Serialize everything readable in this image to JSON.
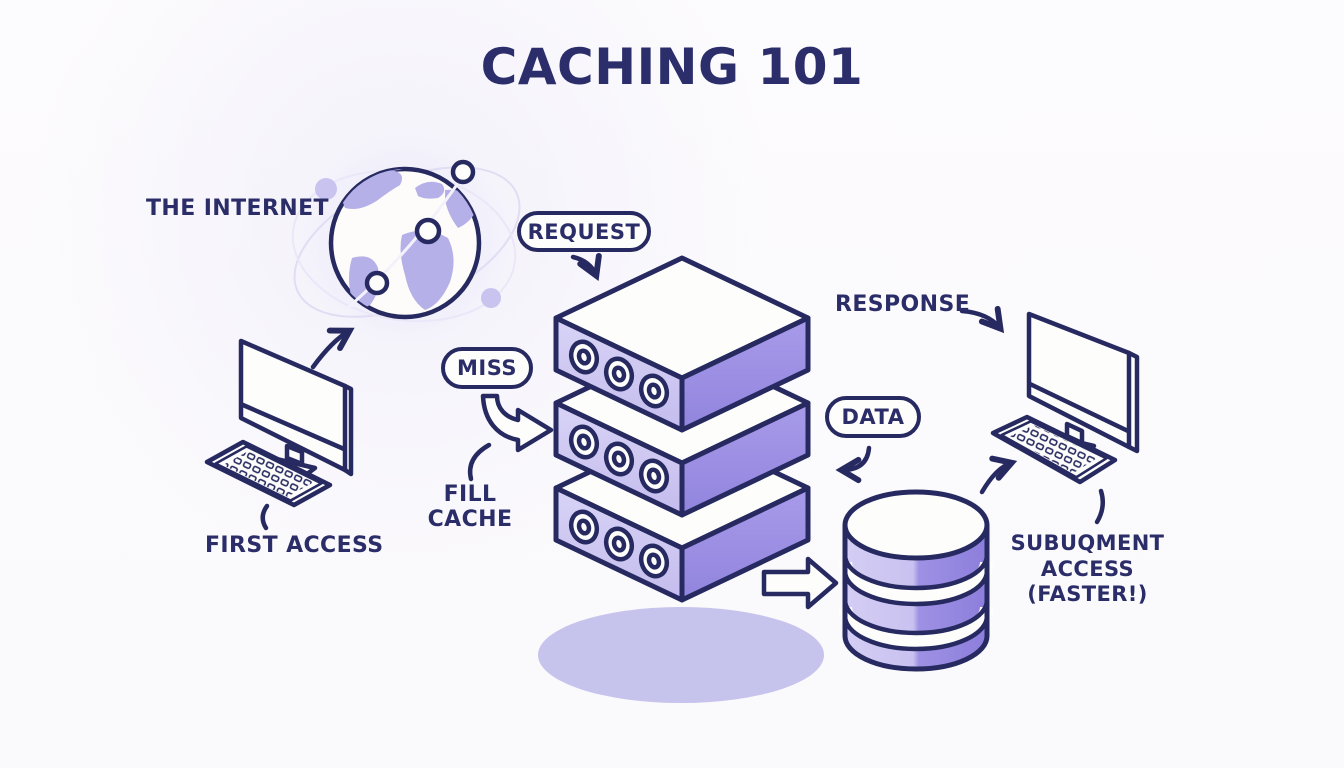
{
  "title": "CACHING 101",
  "labels": {
    "internet": "THE INTERNET",
    "first_access": "FIRST ACCESS",
    "response": "RESPONSE",
    "fill_cache_lines": [
      "FILL",
      "CACHE"
    ],
    "subsequent_lines": [
      "SUBUQMENT",
      "ACCESS",
      "(FASTER!)"
    ]
  },
  "pills": {
    "request": "REQUEST",
    "miss": "MISS",
    "data": "DATA"
  },
  "palette": {
    "navy_outline": "#272a60",
    "navy_text": "#2b2d68",
    "lavender_face": "#cdc7f1",
    "purple_face": "#9a8ce2",
    "continent": "#b6b0e8",
    "shadow": "#c6c3ed",
    "background": "#fbfafd"
  },
  "diagram": {
    "type": "flow",
    "nodes": [
      {
        "id": "first-access-computer",
        "kind": "desktop-computer",
        "label": "FIRST ACCESS"
      },
      {
        "id": "internet-globe",
        "kind": "globe",
        "label": "THE INTERNET"
      },
      {
        "id": "cache-server-stack",
        "kind": "server-stack-3"
      },
      {
        "id": "database-cylinder",
        "kind": "database"
      },
      {
        "id": "subsequent-access-computer",
        "kind": "desktop-computer",
        "label": "SUBUQMENT ACCESS (FASTER!)"
      }
    ],
    "edges": [
      {
        "from": "first-access-computer",
        "to": "internet-globe",
        "label": ""
      },
      {
        "from": "internet-globe",
        "to": "cache-server-stack",
        "label": "REQUEST"
      },
      {
        "from": "cache-server-stack",
        "to": "cache-server-stack",
        "label": "MISS"
      },
      {
        "from": "cache-server-stack",
        "to": "cache-server-stack",
        "label": "FILL CACHE"
      },
      {
        "from": "cache-server-stack",
        "to": "database-cylinder",
        "label": ""
      },
      {
        "from": "cache-server-stack",
        "to": "database-cylinder",
        "label": "DATA"
      },
      {
        "from": "cache-server-stack",
        "to": "subsequent-access-computer",
        "label": "RESPONSE"
      },
      {
        "from": "database-cylinder",
        "to": "subsequent-access-computer",
        "label": ""
      }
    ]
  }
}
